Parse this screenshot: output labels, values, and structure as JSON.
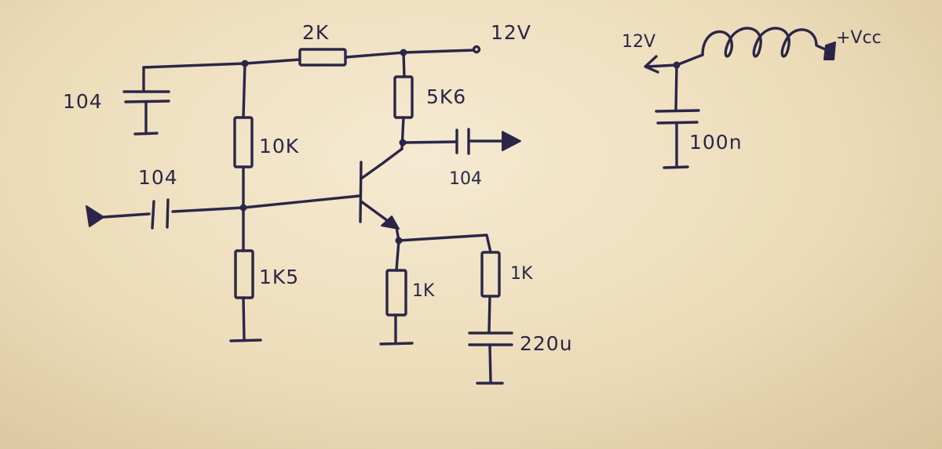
{
  "colors": {
    "ink": "#2b2648",
    "paper": "#f2e6cb"
  },
  "labels": {
    "r_top": "2K",
    "supply": "12V",
    "c_decouple": "104",
    "r_bias_top": "10K",
    "r_collector": "5K6",
    "c_out": "104",
    "c_in": "104",
    "r_bias_bottom": "1K5",
    "r_emitter": "1K",
    "r_emitter_ac": "1K",
    "c_emitter": "220u",
    "supply_in": "12V",
    "c_filter": "100n",
    "vcc": "+Vcc"
  }
}
